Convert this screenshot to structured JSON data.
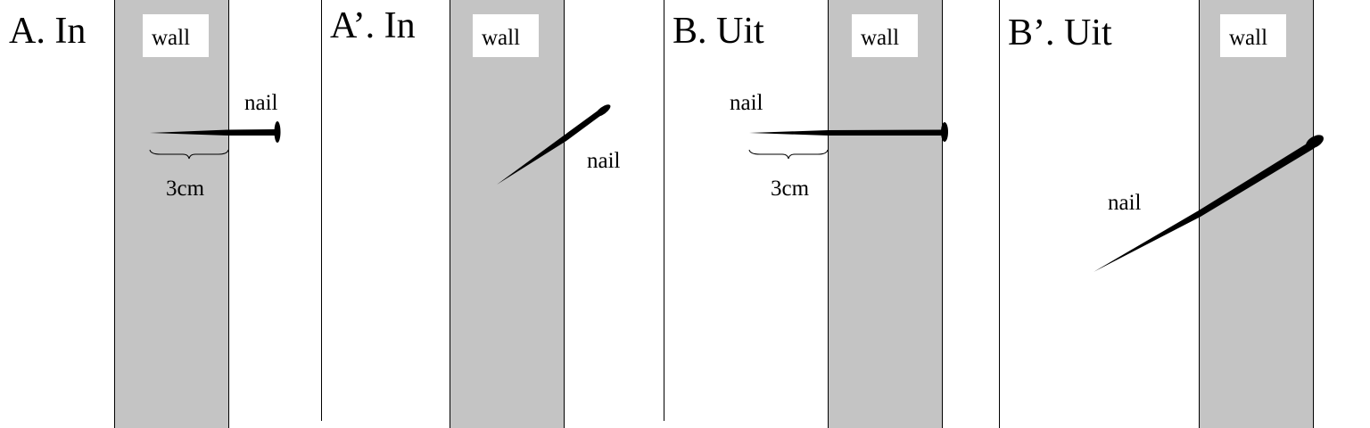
{
  "panels": [
    {
      "title": "A. In",
      "wall_label": "wall",
      "nail_label": "nail",
      "measure_label": "3cm"
    },
    {
      "title": "A’. In",
      "wall_label": "wall",
      "nail_label": "nail"
    },
    {
      "title": "B. Uit",
      "wall_label": "wall",
      "nail_label": "nail",
      "measure_label": "3cm"
    },
    {
      "title": "B’. Uit",
      "wall_label": "wall",
      "nail_label": "nail"
    }
  ],
  "colors": {
    "wall": "#c4c4c4",
    "nail": "#000000"
  }
}
